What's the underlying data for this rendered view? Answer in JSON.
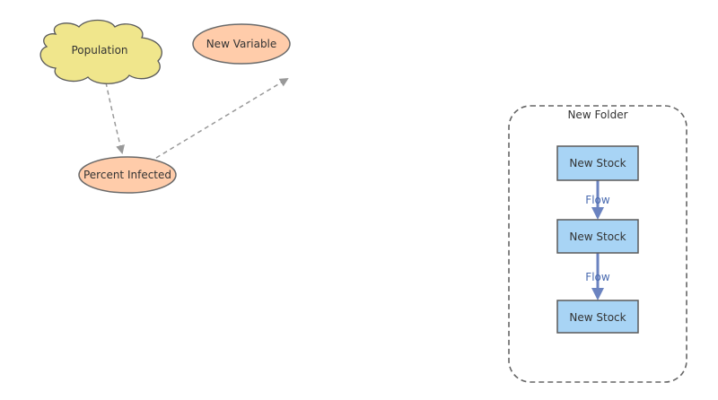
{
  "diagram": {
    "colors": {
      "cloud_fill": "#f0e68c",
      "cloud_stroke": "#5a5a5a",
      "variable_fill": "#ffccaa",
      "variable_stroke": "#6a6a6a",
      "stock_fill": "#a8d4f5",
      "stock_stroke": "#5a5a5a",
      "flow_color": "#6b83c0",
      "link_color": "#999999",
      "folder_stroke": "#666666"
    },
    "nodes": {
      "population": {
        "label": "Population",
        "shape": "cloud"
      },
      "new_variable": {
        "label": "New Variable",
        "shape": "ellipse"
      },
      "percent_infected": {
        "label": "Percent Infected",
        "shape": "ellipse"
      }
    },
    "folder": {
      "label": "New Folder",
      "stocks": [
        {
          "label": "New Stock"
        },
        {
          "label": "New Stock"
        },
        {
          "label": "New Stock"
        }
      ],
      "flows": [
        {
          "label": "Flow"
        },
        {
          "label": "Flow"
        }
      ]
    },
    "links": [
      {
        "from": "population",
        "to": "percent_infected",
        "style": "dashed"
      },
      {
        "from": "percent_infected",
        "to": "open-end",
        "style": "dashed"
      }
    ]
  }
}
